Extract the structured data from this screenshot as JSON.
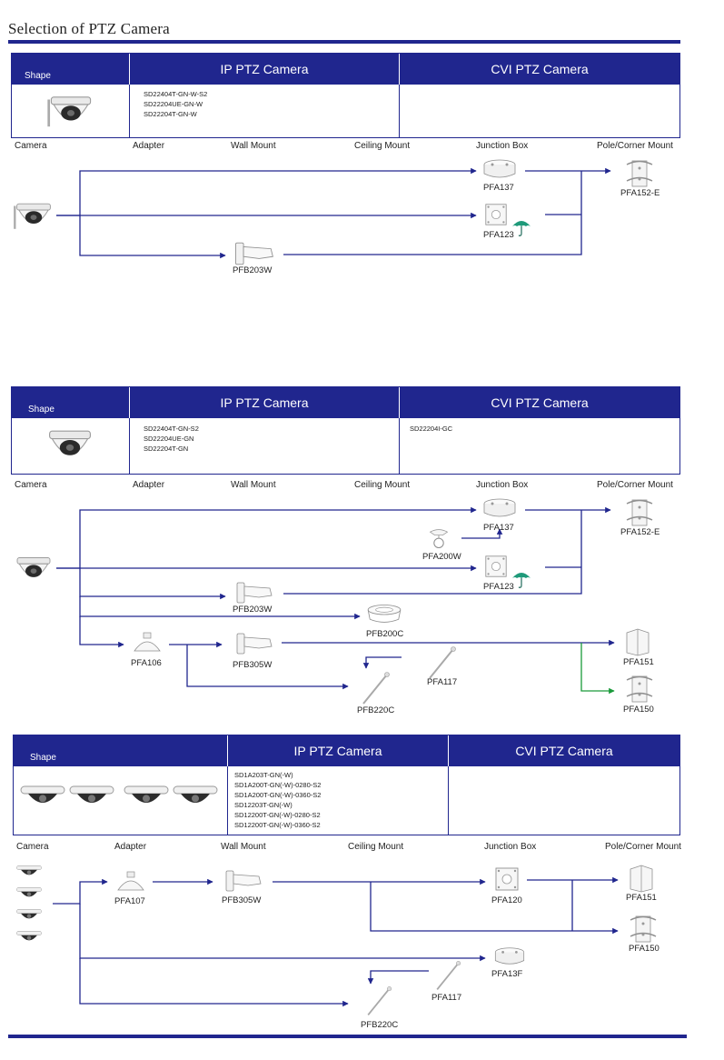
{
  "page_title": "Selection of  PTZ Camera",
  "colors": {
    "brand_blue": "#20268e",
    "green_line": "#1a9a3a",
    "umbrella": "#1f9a7a"
  },
  "table_headers": {
    "shape": "Shape",
    "ip": "IP PTZ Camera",
    "cvi": "CVI PTZ Camera"
  },
  "columns": {
    "camera": "Camera",
    "adapter": "Adapter",
    "wall": "Wall Mount",
    "ceiling": "Ceiling Mount",
    "junction": "Junction Box",
    "pole": "Pole/Corner Mount"
  },
  "section1": {
    "ip_models": [
      "SD22404T-GN-W-S2",
      "SD22204UE-GN-W",
      "SD22204T-GN-W"
    ],
    "cvi_models": [],
    "products": {
      "pfa137": "PFA137",
      "pfa152e": "PFA152-E",
      "pfa123": "PFA123",
      "pfb203w": "PFB203W"
    }
  },
  "section2": {
    "ip_models": [
      "SD22404T-GN-S2",
      "SD22204UE-GN",
      "SD22204T-GN"
    ],
    "cvi_models": [
      "SD22204I-GC"
    ],
    "products": {
      "pfa137": "PFA137",
      "pfa152e": "PFA152-E",
      "pfa200w": "PFA200W",
      "pfa123": "PFA123",
      "pfb203w": "PFB203W",
      "pfb200c": "PFB200C",
      "pfa106": "PFA106",
      "pfb305w": "PFB305W",
      "pfa151": "PFA151",
      "pfa117": "PFA117",
      "pfa150": "PFA150",
      "pfb220c": "PFB220C"
    }
  },
  "section3": {
    "ip_models": [
      "SD1A203T-GN(-W)",
      "SD1A200T-GN(-W)-0280-S2",
      "SD1A200T-GN(-W)-0360-S2",
      "SD12203T-GN(-W)",
      "SD12200T-GN(-W)-0280-S2",
      "SD12200T-GN(-W)-0360-S2"
    ],
    "cvi_models": [],
    "products": {
      "pfa107": "PFA107",
      "pfb305w": "PFB305W",
      "pfa120": "PFA120",
      "pfa151": "PFA151",
      "pfa150": "PFA150",
      "pfa13f": "PFA13F",
      "pfa117": "PFA117",
      "pfb220c": "PFB220C"
    }
  }
}
